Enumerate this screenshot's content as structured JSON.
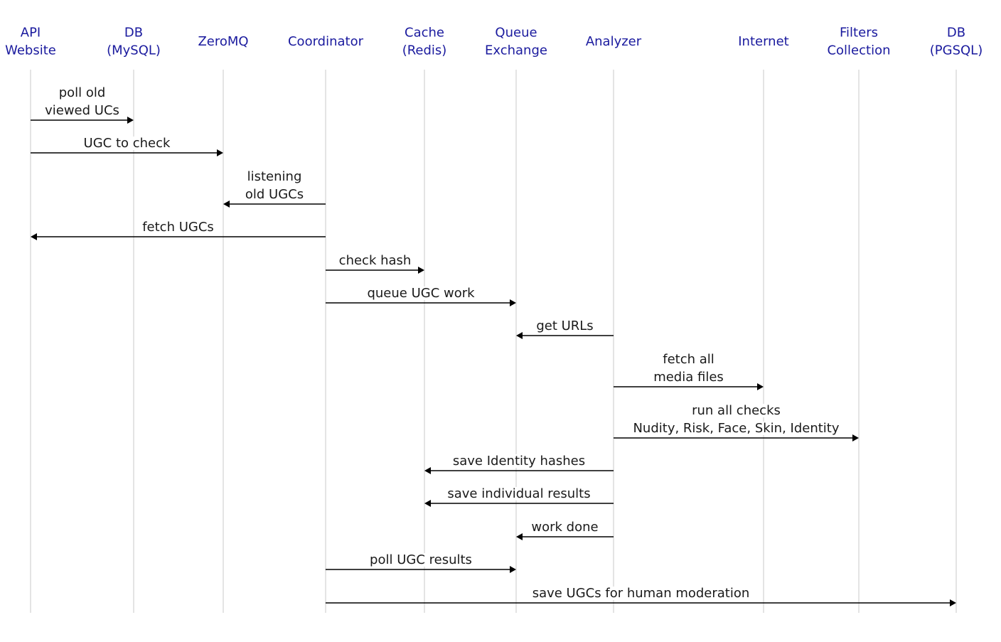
{
  "participants": [
    {
      "id": "api",
      "lines": [
        "API",
        "Website"
      ]
    },
    {
      "id": "mysql",
      "lines": [
        "DB",
        "(MySQL)"
      ]
    },
    {
      "id": "zeromq",
      "lines": [
        "ZeroMQ"
      ]
    },
    {
      "id": "coordinator",
      "lines": [
        "Coordinator"
      ]
    },
    {
      "id": "redis",
      "lines": [
        "Cache",
        "(Redis)"
      ]
    },
    {
      "id": "queue",
      "lines": [
        "Queue",
        "Exchange"
      ]
    },
    {
      "id": "analyzer",
      "lines": [
        "Analyzer"
      ]
    },
    {
      "id": "internet",
      "lines": [
        "Internet"
      ]
    },
    {
      "id": "filters",
      "lines": [
        "Filters",
        "Collection"
      ]
    },
    {
      "id": "pgsql",
      "lines": [
        "DB",
        "(PGSQL)"
      ]
    }
  ],
  "messages": [
    {
      "from": "api",
      "to": "mysql",
      "lines": [
        "poll old",
        "viewed UCs"
      ]
    },
    {
      "from": "api",
      "to": "zeromq",
      "lines": [
        "UGC to check"
      ]
    },
    {
      "from": "coordinator",
      "to": "zeromq",
      "lines": [
        "listening",
        "old UGCs"
      ]
    },
    {
      "from": "coordinator",
      "to": "api",
      "lines": [
        "fetch UGCs"
      ]
    },
    {
      "from": "coordinator",
      "to": "redis",
      "lines": [
        "check hash"
      ]
    },
    {
      "from": "coordinator",
      "to": "queue",
      "lines": [
        "queue UGC work"
      ]
    },
    {
      "from": "analyzer",
      "to": "queue",
      "lines": [
        "get URLs"
      ]
    },
    {
      "from": "analyzer",
      "to": "internet",
      "lines": [
        "fetch all",
        "media files"
      ]
    },
    {
      "from": "analyzer",
      "to": "filters",
      "lines": [
        "run all checks",
        "Nudity, Risk, Face, Skin, Identity"
      ]
    },
    {
      "from": "analyzer",
      "to": "redis",
      "lines": [
        "save Identity hashes"
      ]
    },
    {
      "from": "analyzer",
      "to": "redis",
      "lines": [
        "save individual results"
      ]
    },
    {
      "from": "analyzer",
      "to": "queue",
      "lines": [
        "work done"
      ]
    },
    {
      "from": "coordinator",
      "to": "queue",
      "lines": [
        "poll UGC results"
      ]
    },
    {
      "from": "coordinator",
      "to": "pgsql",
      "lines": [
        "save UGCs for human moderation"
      ]
    }
  ]
}
